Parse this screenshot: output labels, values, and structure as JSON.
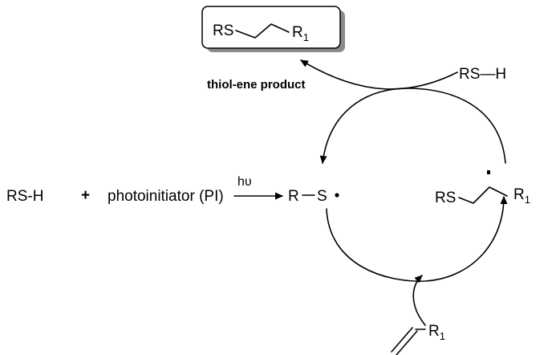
{
  "product": {
    "rs": "RS",
    "r": "R",
    "r_sub": "1"
  },
  "product_label": "thiol-ene product",
  "thiol_in": "RS—H",
  "initiation": {
    "thiol": "RS-H",
    "plus": "+",
    "initiator": "photoinitiator (PI)",
    "light": "hυ"
  },
  "thiyl_radical": {
    "r": "R",
    "bond": "—",
    "s": "S"
  },
  "carbon_radical": {
    "rs": "RS",
    "r": "R",
    "r_sub": "1"
  },
  "alkene": {
    "r": "R",
    "r_sub": "1"
  },
  "colors": {
    "ink": "#000000",
    "box_shadow": "#8a8a8a",
    "background": "#ffffff"
  },
  "icons": [
    "radical-dot-icon",
    "curved-arrow-icon",
    "reaction-arrow-icon",
    "double-bond-icon"
  ]
}
